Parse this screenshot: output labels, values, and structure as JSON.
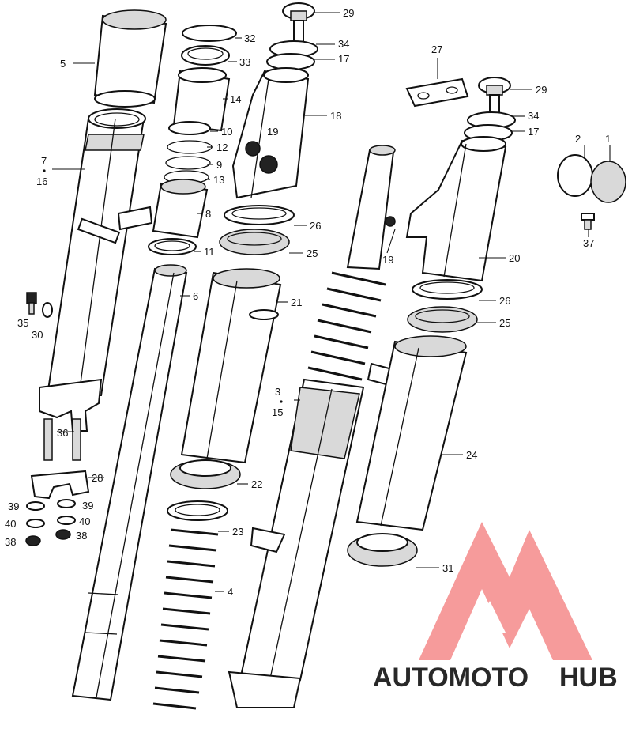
{
  "diagram": {
    "labels": [
      "29",
      "32",
      "34",
      "17",
      "5",
      "33",
      "27",
      "29",
      "14",
      "18",
      "34",
      "17",
      "10",
      "19",
      "2",
      "1",
      "7",
      "16",
      "12",
      "9",
      "13",
      "8",
      "26",
      "19",
      "20",
      "37",
      "11",
      "25",
      "6",
      "21",
      "26",
      "25",
      "35",
      "30",
      "3",
      "15",
      "36",
      "24",
      "28",
      "22",
      "39",
      "39",
      "40",
      "40",
      "23",
      "38",
      "38",
      "31",
      "4"
    ]
  },
  "watermark": {
    "part1": "AUTOMOTO",
    "part2": "HUB",
    "color_orange": "#f7b977",
    "color_red": "#f47a7a",
    "color_gray": "#9b9b9b"
  }
}
